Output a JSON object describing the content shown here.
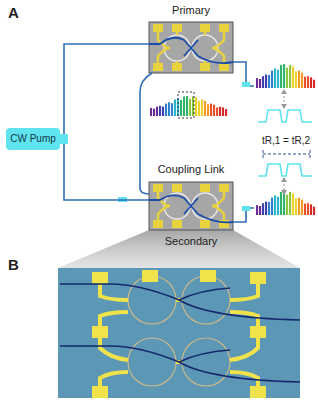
{
  "diagram": {
    "nodes": [
      {
        "text": [
          "CW Pump"
        ]
      },
      {
        "text": [
          "Primary"
        ]
      },
      {
        "text": [
          "Secondary"
        ]
      }
    ],
    "edges": [
      {
        "from": 0,
        "to": 1,
        "arrow": "none"
      },
      {
        "from": 0,
        "to": 2,
        "arrow": "none"
      }
    ],
    "labels": [
      "A",
      "Coupling Link",
      "tR,1 = tR,2",
      "B"
    ]
  }
}
